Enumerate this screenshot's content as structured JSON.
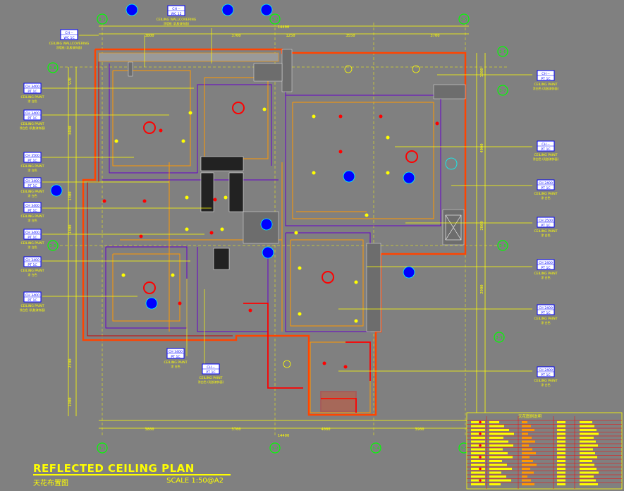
{
  "title": "REFLECTED CEILING PLAN",
  "subtitle_cn": "天花布置图",
  "scale": "SCALE  1:50@A2",
  "grid_bubbles": [
    "3-1",
    "3-2",
    "3-5",
    "3-6",
    "3-7",
    "3-8",
    "3-9",
    "3-4",
    "3-3"
  ],
  "top_dims": [
    "3800",
    "3700",
    "1250",
    "3550",
    "3700"
  ],
  "top_total": "14400",
  "bottom_dims": [
    "3800",
    "3700",
    "4000",
    "3900"
  ],
  "bottom_total": "14400",
  "left_dims": [
    "970",
    "3400",
    "1300",
    "1300",
    "2700",
    "1900"
  ],
  "right_dims": [
    "1300",
    "4000",
    "2800",
    "2900"
  ],
  "left_tags": [
    {
      "code": "CH 3400",
      "sub": "PT 1C",
      "l1": "CEILING PAINT",
      "l2": "涂 白色"
    },
    {
      "code": "CH 3400",
      "sub": "PT 1C",
      "l1": "CEILING PAINT",
      "l2": "涂白色 (乳胶漆饰面)"
    },
    {
      "code": "CH 3500",
      "sub": "PT 1C",
      "l1": "CEILING PAINT",
      "l2": "涂 白色"
    },
    {
      "code": "CH 3400",
      "sub": "PT 1C",
      "l1": "CEILING PAINT",
      "l2": "涂 白色"
    },
    {
      "code": "CH 3400",
      "sub": "PT 1C",
      "l1": "CEILING PAINT",
      "l2": "涂 白色"
    },
    {
      "code": "CH 3400",
      "sub": "PT 1C",
      "l1": "CEILING PAINT",
      "l2": "涂 白色"
    },
    {
      "code": "CH 3400",
      "sub": "PT 1C",
      "l1": "CEILING PAINT",
      "l2": "涂 白色"
    },
    {
      "code": "CH 3400",
      "sub": "PT 1C",
      "l1": "CEILING PAINT",
      "l2": "涂白色 (乳胶漆饰面)"
    }
  ],
  "right_tags": [
    {
      "code": "CH --",
      "sub": "PT 1C",
      "l1": "CEILING PAINT",
      "l2": "涂白色 (乳胶漆饰面)"
    },
    {
      "code": "CH --",
      "sub": "PT 1C",
      "l1": "CEILING PAINT",
      "l2": "涂白色 (乳胶漆饰面)"
    },
    {
      "code": "CH 2400",
      "sub": "PT 1C",
      "l1": "CEILING PAINT",
      "l2": "涂 白色"
    },
    {
      "code": "CH 2500",
      "sub": "PT 1C",
      "l1": "CEILING PAINT",
      "l2": "涂 白色"
    },
    {
      "code": "CH 2400",
      "sub": "PT 1C",
      "l1": "CEILING PAINT",
      "l2": "涂 白色"
    },
    {
      "code": "CH 2400",
      "sub": "PT 1C",
      "l1": "CEILING PAINT",
      "l2": "涂 白色"
    },
    {
      "code": "CH 2400",
      "sub": "PT 1C",
      "l1": "CEILING PAINT",
      "l2": "涂 白色"
    }
  ],
  "top_tag_left": {
    "code": "CH --",
    "sub": "WC 1C",
    "l1": "CEILING WALLCOVERING",
    "l2": "涂墙纸 (乳胶漆饰面)"
  },
  "top_tag_mid": {
    "code": "CH --",
    "sub": "WC 12",
    "l1": "CEILING WALLCOVERING",
    "l2": "涂墙纸 (乳胶漆饰面)"
  },
  "bottom_tags": [
    {
      "code": "CH 3400",
      "sub": "PT 1C",
      "l1": "CEILING PAINT",
      "l2": "涂 白色"
    },
    {
      "code": "CH --",
      "sub": "PT 1C",
      "l1": "CEILING PAINT",
      "l2": "涂白色 (乳胶漆饰面)"
    }
  ],
  "legend_title": "天花图例说明",
  "colors": {
    "bg": "#808080",
    "yellow": "#ffff00",
    "red": "#ff0000",
    "orange": "#ff9900",
    "blue": "#0000ff",
    "cyan": "#00ffff",
    "green": "#00cc00",
    "purple": "#6600cc",
    "white": "#ffffff",
    "olive": "#cccc00"
  }
}
